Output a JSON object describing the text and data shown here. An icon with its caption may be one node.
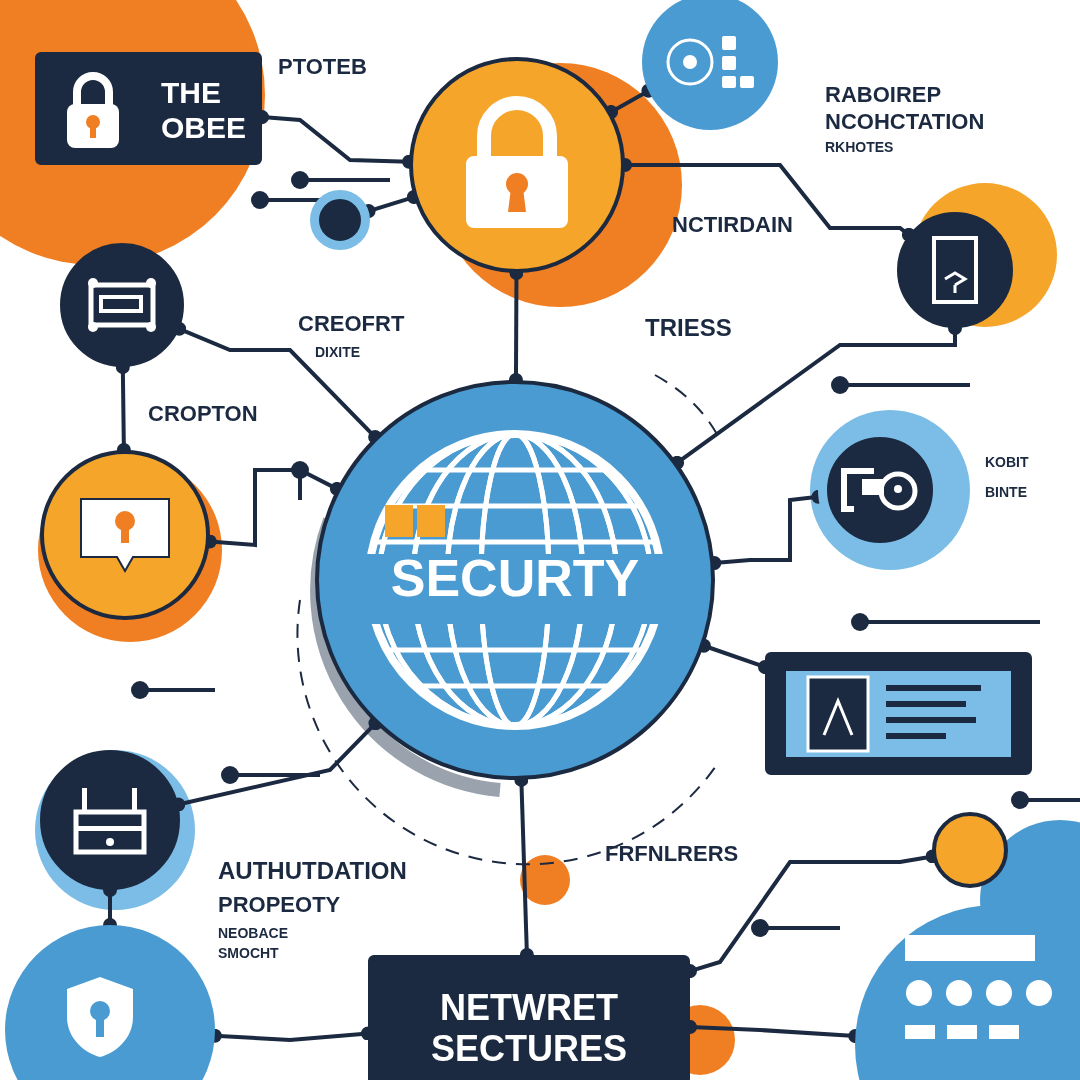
{
  "diagram": {
    "nodes": [
      {
        "text": [
          "THE OBEE"
        ]
      },
      {
        "text": [],
        "shape": "circle"
      },
      {
        "text": [],
        "shape": "circle"
      },
      {
        "text": [],
        "shape": "circle"
      },
      {
        "text": [],
        "shape": "circle"
      },
      {
        "text": [],
        "shape": "circle"
      },
      {
        "text": [
          "SECURTY"
        ]
      },
      {
        "text": [],
        "shape": "circle"
      },
      {
        "text": [],
        "shape": "circle"
      },
      {
        "text": [],
        "shape": "box"
      },
      {
        "text": [],
        "shape": "circle"
      },
      {
        "text": [],
        "shape": "circle"
      },
      {
        "text": [
          "NETWRET SECTURES"
        ]
      },
      {
        "text": [],
        "shape": "circle"
      },
      {
        "text": [],
        "shape": "circle"
      }
    ],
    "edges": [
      {
        "from": 0,
        "to": 1,
        "arrow": "other"
      },
      {
        "from": 1,
        "to": 2,
        "arrow": "other"
      },
      {
        "from": 1,
        "to": 4,
        "arrow": "other"
      },
      {
        "from": 1,
        "to": 5,
        "arrow": "other"
      },
      {
        "from": 1,
        "to": 6,
        "arrow": "other"
      },
      {
        "from": 3,
        "to": 6,
        "arrow": "other"
      },
      {
        "from": 3,
        "to": 7,
        "arrow": "other"
      },
      {
        "from": 6,
        "to": 7,
        "arrow": "other"
      },
      {
        "from": 6,
        "to": 8,
        "arrow": "other"
      },
      {
        "from": 6,
        "to": 5,
        "arrow": "other"
      },
      {
        "from": 6,
        "to": 9,
        "arrow": "other"
      },
      {
        "from": 6,
        "to": 10,
        "arrow": "other"
      },
      {
        "from": 6,
        "to": 12,
        "arrow": "other"
      },
      {
        "from": 12,
        "to": 11,
        "arrow": "other"
      },
      {
        "from": 12,
        "to": 13,
        "arrow": "other"
      },
      {
        "from": 12,
        "to": 14,
        "arrow": "other"
      },
      {
        "from": 10,
        "to": 13,
        "arrow": "other"
      }
    ],
    "labels": [
      "PTOTEB",
      "RABOIREP",
      "NCOHCTATION",
      "RKHOTES",
      "NCTIRDAIN",
      "CREOFRT",
      "DIXITE",
      "TRIESS",
      "CROPTON",
      "KOBIT",
      "BINTE",
      "FRFNLRERS",
      "AUTHUTDATION",
      "PROPEOTY",
      "NEOBACE",
      "SMOCHT"
    ]
  }
}
